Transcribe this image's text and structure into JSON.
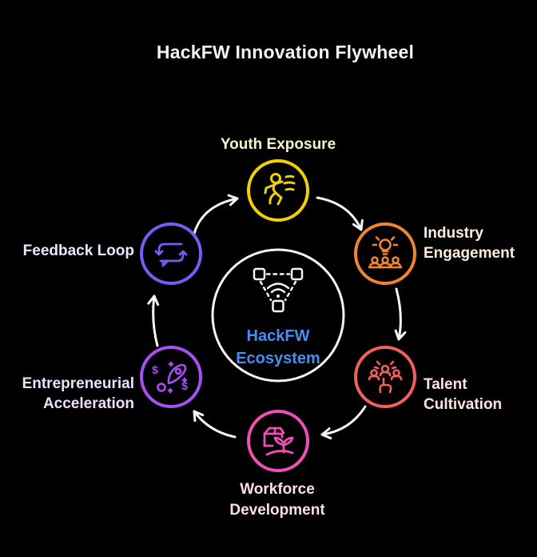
{
  "title": "HackFW Innovation Flywheel",
  "title_color": "#f2f2f2",
  "background_color": "#000000",
  "arrow_color": "#f5f5f5",
  "center": {
    "icon": "mesh-network-icon",
    "line1": "HackFW",
    "line2": "Ecosystem",
    "text_color": "#4a8df0",
    "circle_color": "#f5f5f5"
  },
  "nodes": [
    {
      "id": "youth-exposure",
      "line1": "Youth Exposure",
      "line2": "",
      "color": "#f2cf06",
      "label_color": "#faf3cf",
      "icon": "running-person-icon"
    },
    {
      "id": "industry-engagement",
      "line1": "Industry",
      "line2": "Engagement",
      "color": "#ef8531",
      "label_color": "#fdeedd",
      "icon": "lightbulb-people-icon"
    },
    {
      "id": "talent-cultivation",
      "line1": "Talent",
      "line2": "Cultivation",
      "color": "#f2605a",
      "label_color": "#fde4e2",
      "icon": "select-person-icon"
    },
    {
      "id": "workforce-development",
      "line1": "Workforce",
      "line2": "Development",
      "color": "#ee4fb4",
      "label_color": "#fcdcf0",
      "icon": "package-sprout-icon"
    },
    {
      "id": "entrepreneurial-acceleration",
      "line1": "Entrepreneurial",
      "line2": "Acceleration",
      "color": "#a64ff2",
      "label_color": "#f0defc",
      "icon": "rocket-dollar-icon",
      "dollar_sign": "$"
    },
    {
      "id": "feedback-loop",
      "line1": "Feedback Loop",
      "line2": "",
      "color": "#7a5af5",
      "label_color": "#eae7fb",
      "icon": "chat-sync-icon"
    }
  ]
}
